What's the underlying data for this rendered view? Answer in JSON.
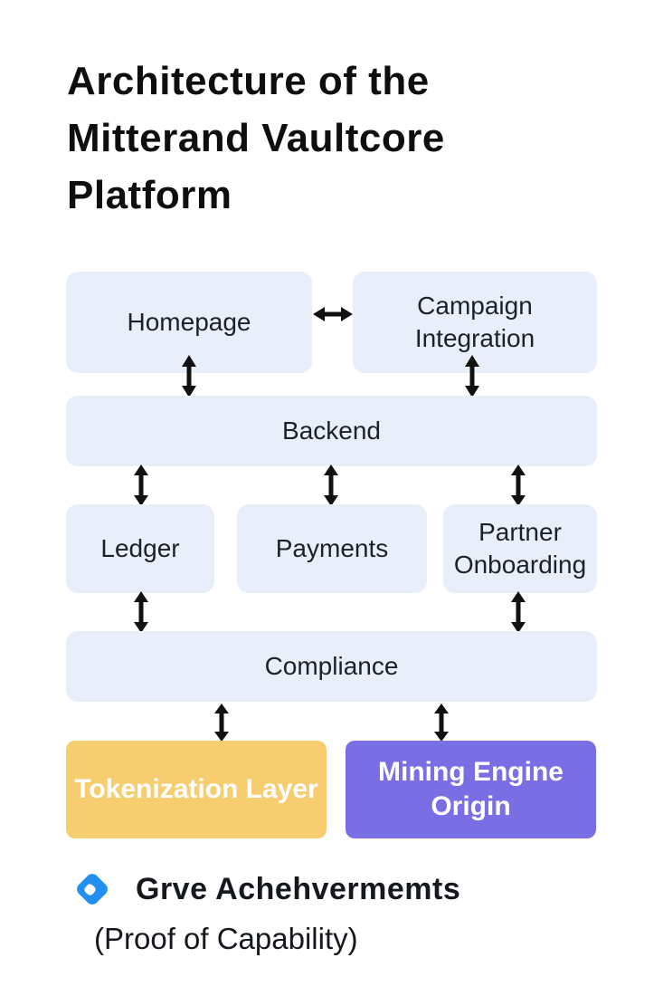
{
  "title": "Architecture of the Mitterand Vaultcore Platform",
  "colors": {
    "node_fill": "#E9EEFB",
    "node_text": "#1C2128",
    "tokenization_fill": "#F7CE6F",
    "mining_fill": "#7A6EE4",
    "accent_text": "#FFFFFF",
    "arrow": "#111111",
    "legend_icon_blue": "#2190EE",
    "background": "#FFFFFF"
  },
  "nodes": {
    "homepage": "Homepage",
    "campaign": "Campaign Integration",
    "backend": "Backend",
    "ledger": "Ledger",
    "payments": "Payments",
    "partner": "Partner Onboarding",
    "compliance": "Compliance",
    "tokenization": "Tokenization Layer",
    "mining": "Mining Engine Origin"
  },
  "edges": [
    {
      "from": "homepage",
      "to": "campaign",
      "bidirectional": true
    },
    {
      "from": "homepage",
      "to": "backend",
      "bidirectional": true
    },
    {
      "from": "campaign",
      "to": "backend",
      "bidirectional": true
    },
    {
      "from": "backend",
      "to": "ledger",
      "bidirectional": true
    },
    {
      "from": "backend",
      "to": "payments",
      "bidirectional": true
    },
    {
      "from": "backend",
      "to": "partner",
      "bidirectional": true
    },
    {
      "from": "ledger",
      "to": "compliance",
      "bidirectional": true
    },
    {
      "from": "partner",
      "to": "compliance",
      "bidirectional": true
    },
    {
      "from": "compliance",
      "to": "tokenization",
      "bidirectional": true
    },
    {
      "from": "compliance",
      "to": "mining",
      "bidirectional": true
    }
  ],
  "legend": {
    "line1": "Grve Achehvermemts",
    "line2": "(Proof of Capability)"
  }
}
